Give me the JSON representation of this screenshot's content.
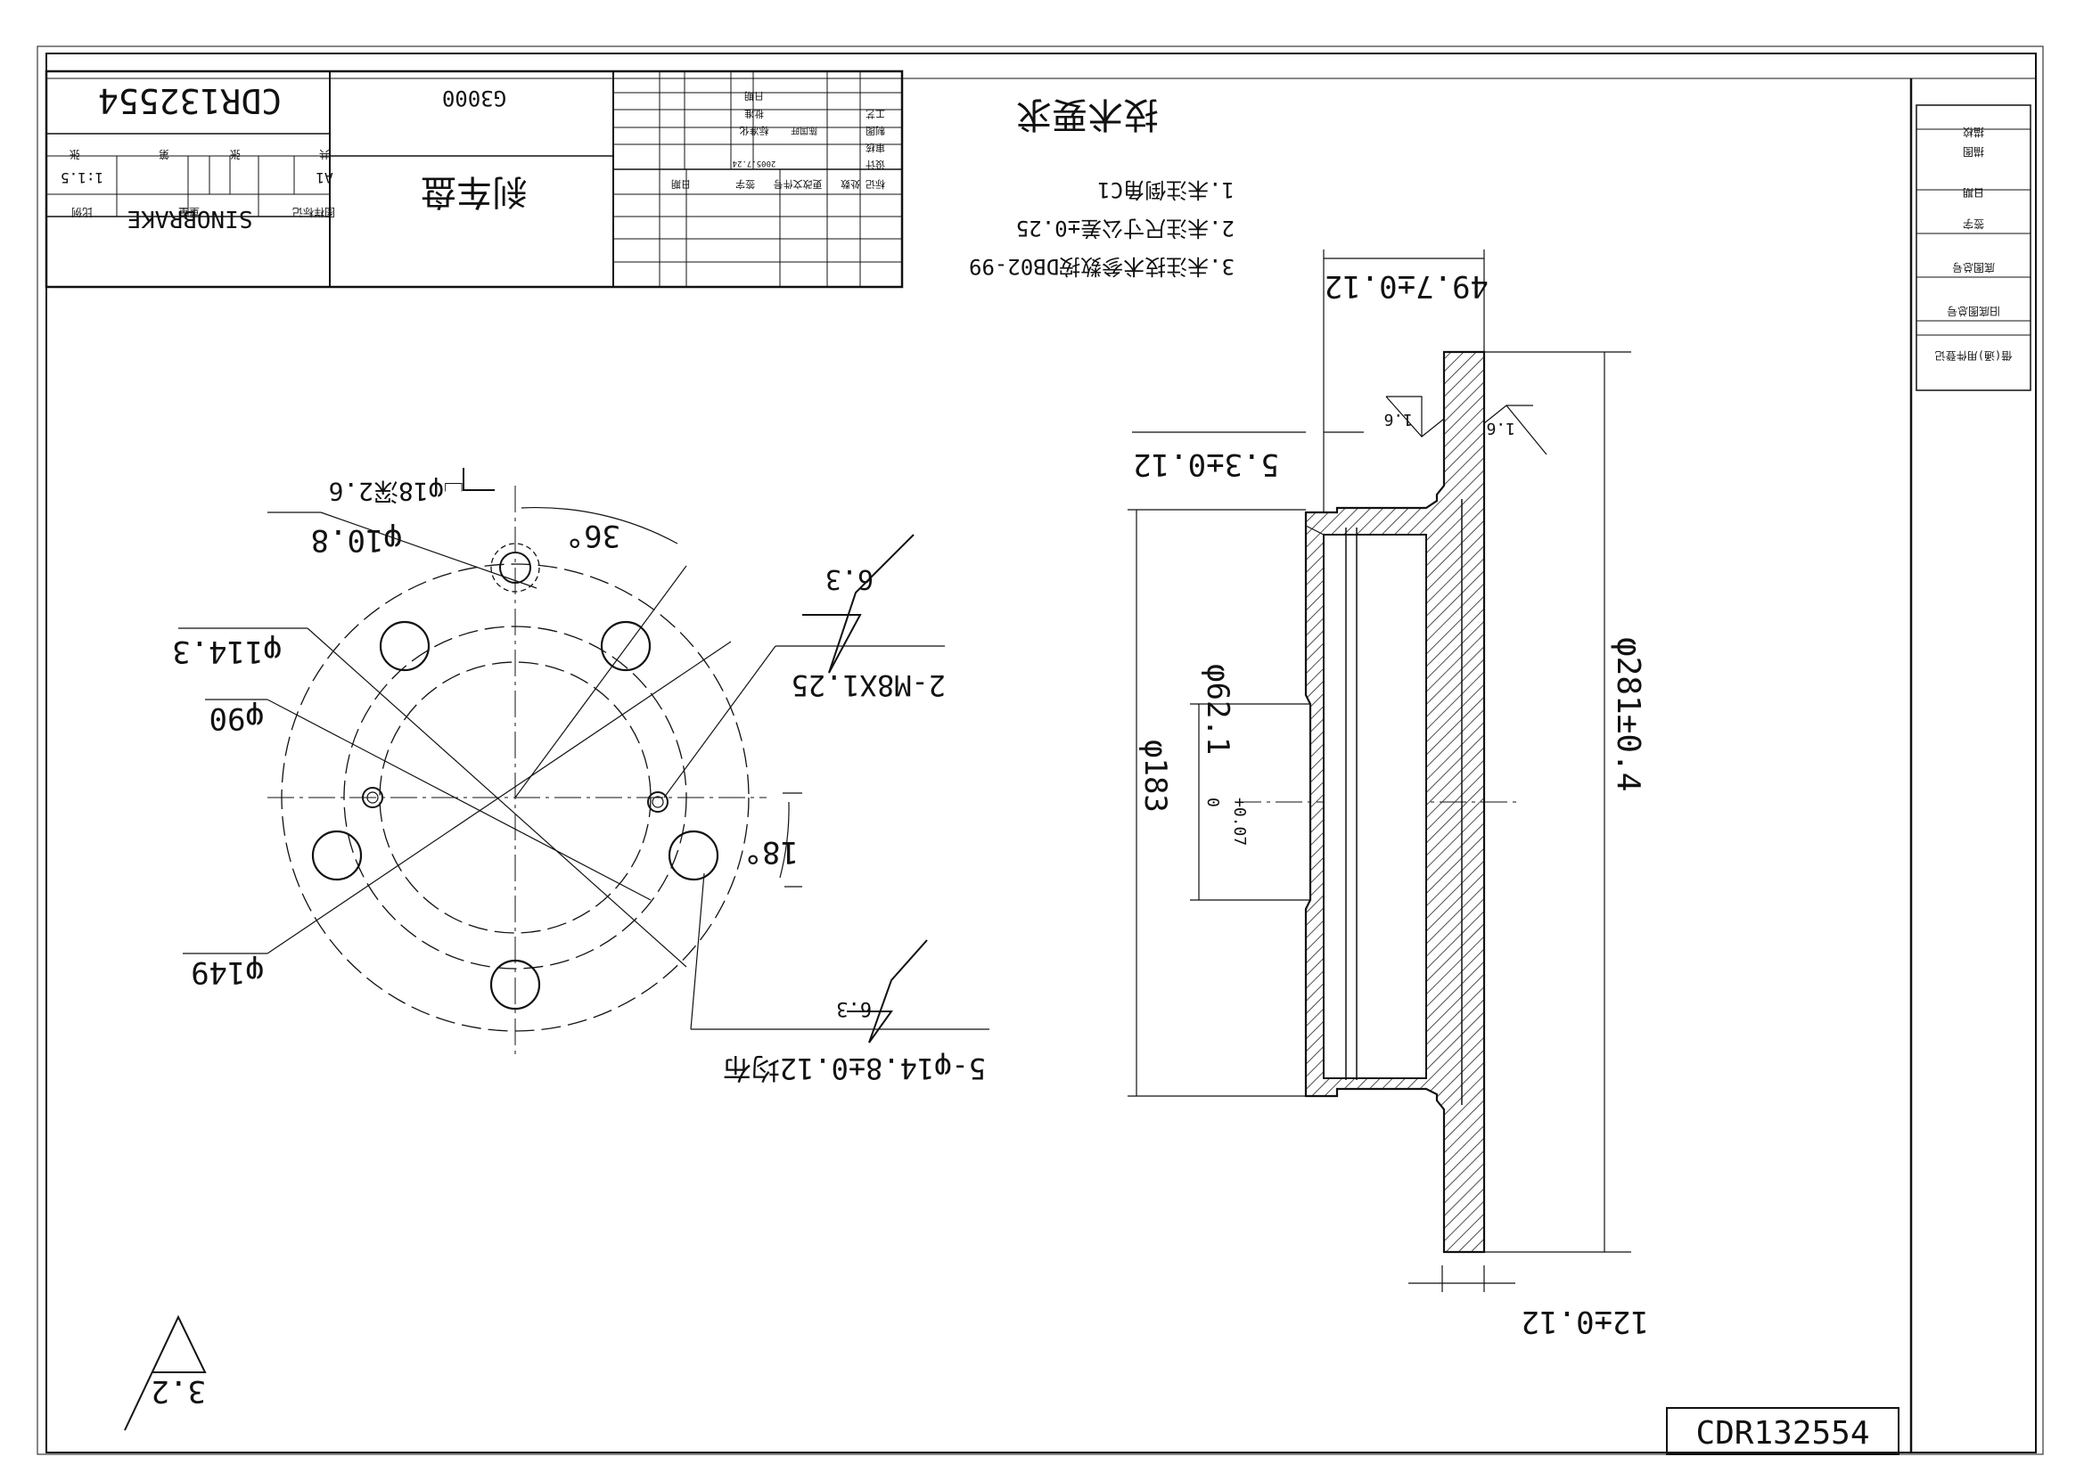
{
  "title_block": {
    "drawing_no": "CDR132554",
    "part_name": "刹车盘",
    "model_code": "G3000",
    "company": "SINOBRAKE",
    "scale": "1:1.5",
    "sheet_size": "A1",
    "sheet_total_label": "共",
    "sheet_label": "张",
    "sheet_index_label": "第",
    "sheet_index_label2": "张",
    "col_stage_mark": "图样标记",
    "col_weight": "重量",
    "col_scale": "比例",
    "rev_mark": "标记",
    "rev_count": "处数",
    "rev_file": "更改文件号",
    "rev_sign": "签字",
    "rev_date": "日期",
    "role_design": "设计",
    "role_draw": "制图",
    "role_check": "审核",
    "role_process": "工艺",
    "role_approve": "批准",
    "role_std": "标准化",
    "design_date": "2005.7.24",
    "designer": "陈国旺",
    "date_label": "日期"
  },
  "side_strip": {
    "items": [
      "借(通)用件登记",
      "旧底图总号",
      "底图总号",
      "签字",
      "日期",
      "描图",
      "描校"
    ]
  },
  "bottom_stamp": "CDR132554",
  "tech_requirements": {
    "heading": "技术要求",
    "items": [
      "1.未注倒角C1",
      "2.未注尺寸公差±0.25",
      "3.未注技术参数按DB02-99"
    ]
  },
  "front_view": {
    "dims": {
      "d_114": "φ114.3",
      "d_90": "φ90",
      "d_149": "φ149",
      "d_10_8": "φ10.8",
      "cbore": "⌴φ18深2.6",
      "angle_36": "36°",
      "angle_18": "18°",
      "thread": "2-M8X1.25",
      "holes": "5-φ14.8±0.12均布",
      "rough_top": "6.3",
      "rough_bot": "6.3",
      "rough_general": "3.2"
    }
  },
  "section_view": {
    "dims": {
      "overall_height": "49.7±0.12",
      "hat_thickness": "5.3±0.12",
      "flange_thickness": "12±0.12",
      "d_281": "φ281±0.4",
      "d_183": "φ183",
      "d_62": "φ62.1",
      "tol_upper": "+0.07",
      "tol_lower": "0",
      "rough_1": "1.6",
      "rough_2": "1.6"
    }
  }
}
